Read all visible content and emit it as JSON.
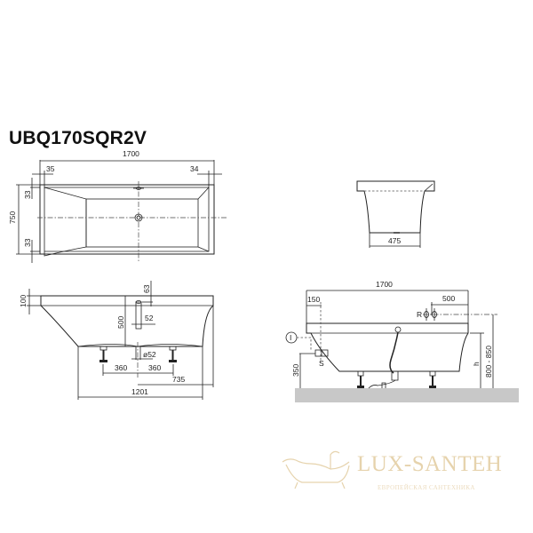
{
  "title": "UBQ170SQR2V",
  "top_view": {
    "length": "1700",
    "left_offset": "35",
    "right_offset": "34",
    "width": "750",
    "top_rim": "33",
    "bottom_rim": "33"
  },
  "front_view": {
    "rim_height": "100",
    "overflow_offset": "63",
    "depth": "500",
    "overflow_dia_offset": "52",
    "drain_diameter": "ø52",
    "leg_left": "360",
    "leg_right": "360",
    "drain_to_end": "735",
    "base_length": "1201"
  },
  "end_view": {
    "base_width": "475"
  },
  "installation_view": {
    "length": "1700",
    "left_offset": "150",
    "tap_offset": "500",
    "tap_label": "R",
    "supply_label": "I",
    "siphon_label": "S",
    "siphon_height": "350",
    "height_label": "h",
    "total_height": "800 - 850"
  },
  "watermark": {
    "brand": "LUX-SANTEH",
    "subtitle": "ЕВРОПЕЙСКАЯ САНТЕХНИКА",
    "color": "#e6d3ad"
  }
}
